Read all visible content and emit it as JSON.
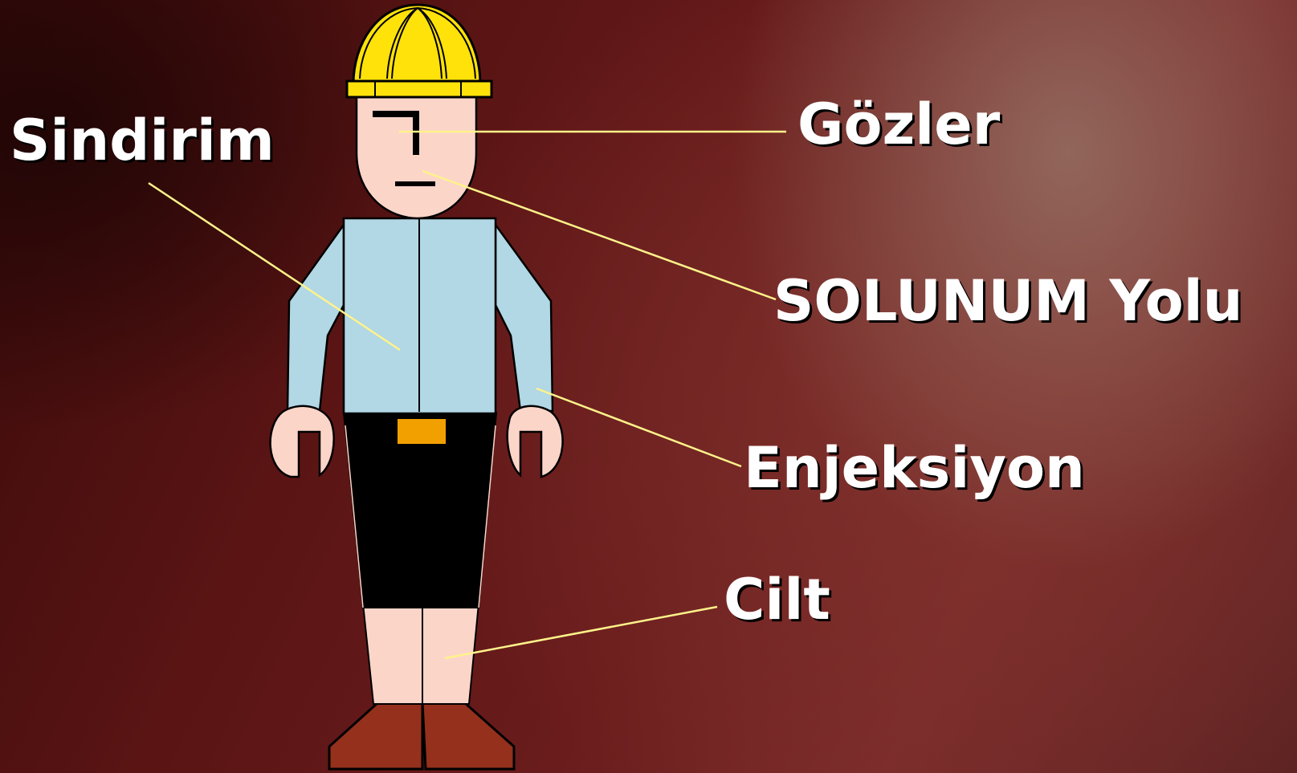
{
  "labels": {
    "sindirim": "Sindirim",
    "gozler": "Gözler",
    "solunum": "SOLUNUM Yolu",
    "enjeksiyon": "Enjeksiyon",
    "cilt": "Cilt"
  },
  "colors": {
    "helmet": "#ffe20a",
    "skin": "#fcd5c9",
    "shirt": "#b2d7e5",
    "shorts": "#000000",
    "buckle": "#f2a000",
    "shoes": "#94301b",
    "leader_line": "#fff38a",
    "label_text": "#ffffff"
  }
}
